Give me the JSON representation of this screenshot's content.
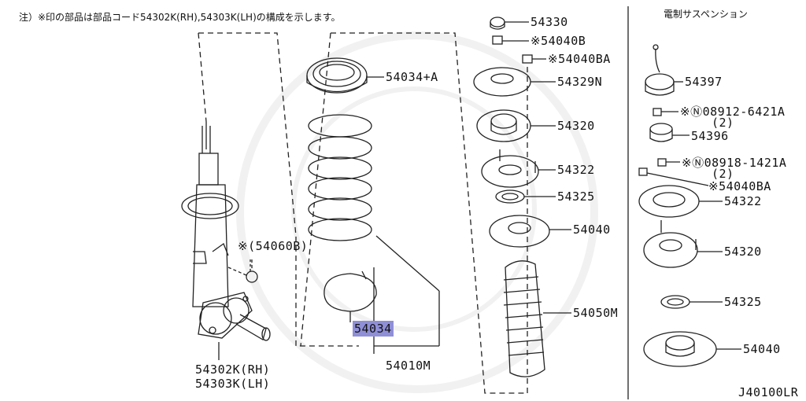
{
  "note": "注）※印の部品は部品コード54302K(RH),54303K(LH)の構成を示します。",
  "section_title": "電制サスペンション",
  "diagram_id": "J40100LR",
  "selected_part": "54034",
  "labels": {
    "p54330": "54330",
    "p54040B": "※54040B",
    "p54040BA": "※54040BA",
    "p54329N": "54329N",
    "p54320": "54320",
    "p54322": "54322",
    "p54325": "54325",
    "p54040": "54040",
    "p54050M": "54050M",
    "p54034A": "54034+A",
    "p54034": "54034",
    "p54010M": "54010M",
    "p54060B": "※(54060B)",
    "p54302K": "54302K(RH)",
    "p54303K": "54303K(LH)",
    "r54397": "54397",
    "r08912": "※Ⓝ08912-6421A",
    "r08912_qty": "(2)",
    "r54396": "54396",
    "r08918": "※Ⓝ08918-1421A",
    "r08918_qty": "(2)",
    "r54040BA": "※54040BA",
    "r54322": "54322",
    "r54320": "54320",
    "r54325": "54325",
    "r54040": "54040"
  }
}
